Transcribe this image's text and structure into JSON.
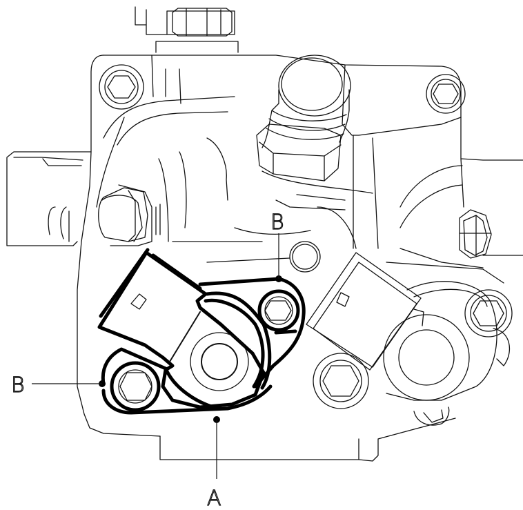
{
  "callouts": {
    "a": "A",
    "b_top": "B",
    "b_left": "B"
  }
}
